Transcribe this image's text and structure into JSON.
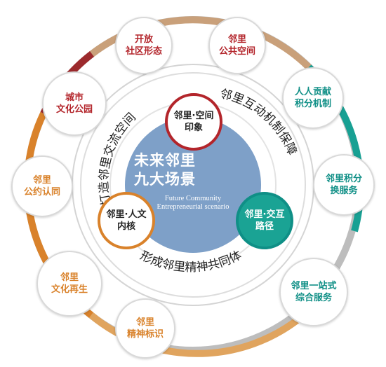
{
  "colors": {
    "red": "#b3252b",
    "orange": "#d9822b",
    "teal": "#0f8f86",
    "center_blue": "#7ea0c8",
    "ring_gray": "#c9c9c9"
  },
  "center": {
    "title_line1": "未来邻里",
    "title_line2": "九大场景",
    "subtitle_line1": "Future Community",
    "subtitle_line2": "Entrepreneurial scenario"
  },
  "hubs": {
    "space": {
      "line1": "邻里·空间",
      "line2": "印象"
    },
    "culture": {
      "line1": "邻里·人文",
      "line2": "内核"
    },
    "interaction": {
      "line1": "邻里·交互",
      "line2": "路径"
    }
  },
  "arc_labels": {
    "left": "打造邻里交流空间",
    "right": "邻里互动机制保障",
    "bottom": "形成邻里精神共同体"
  },
  "scenes": [
    {
      "line1": "开放",
      "line2": "社区形态"
    },
    {
      "line1": "邻里",
      "line2": "公共空间"
    },
    {
      "line1": "人人贡献",
      "line2": "积分机制"
    },
    {
      "line1": "邻里积分",
      "line2": "换服务"
    },
    {
      "line1": "邻里一站式",
      "line2": "综合服务"
    },
    {
      "line1": "邻里",
      "line2": "精神标识"
    },
    {
      "line1": "邻里",
      "line2": "文化再生"
    },
    {
      "line1": "邻里",
      "line2": "公约认同"
    },
    {
      "line1": "城市",
      "line2": "文化公园"
    }
  ]
}
